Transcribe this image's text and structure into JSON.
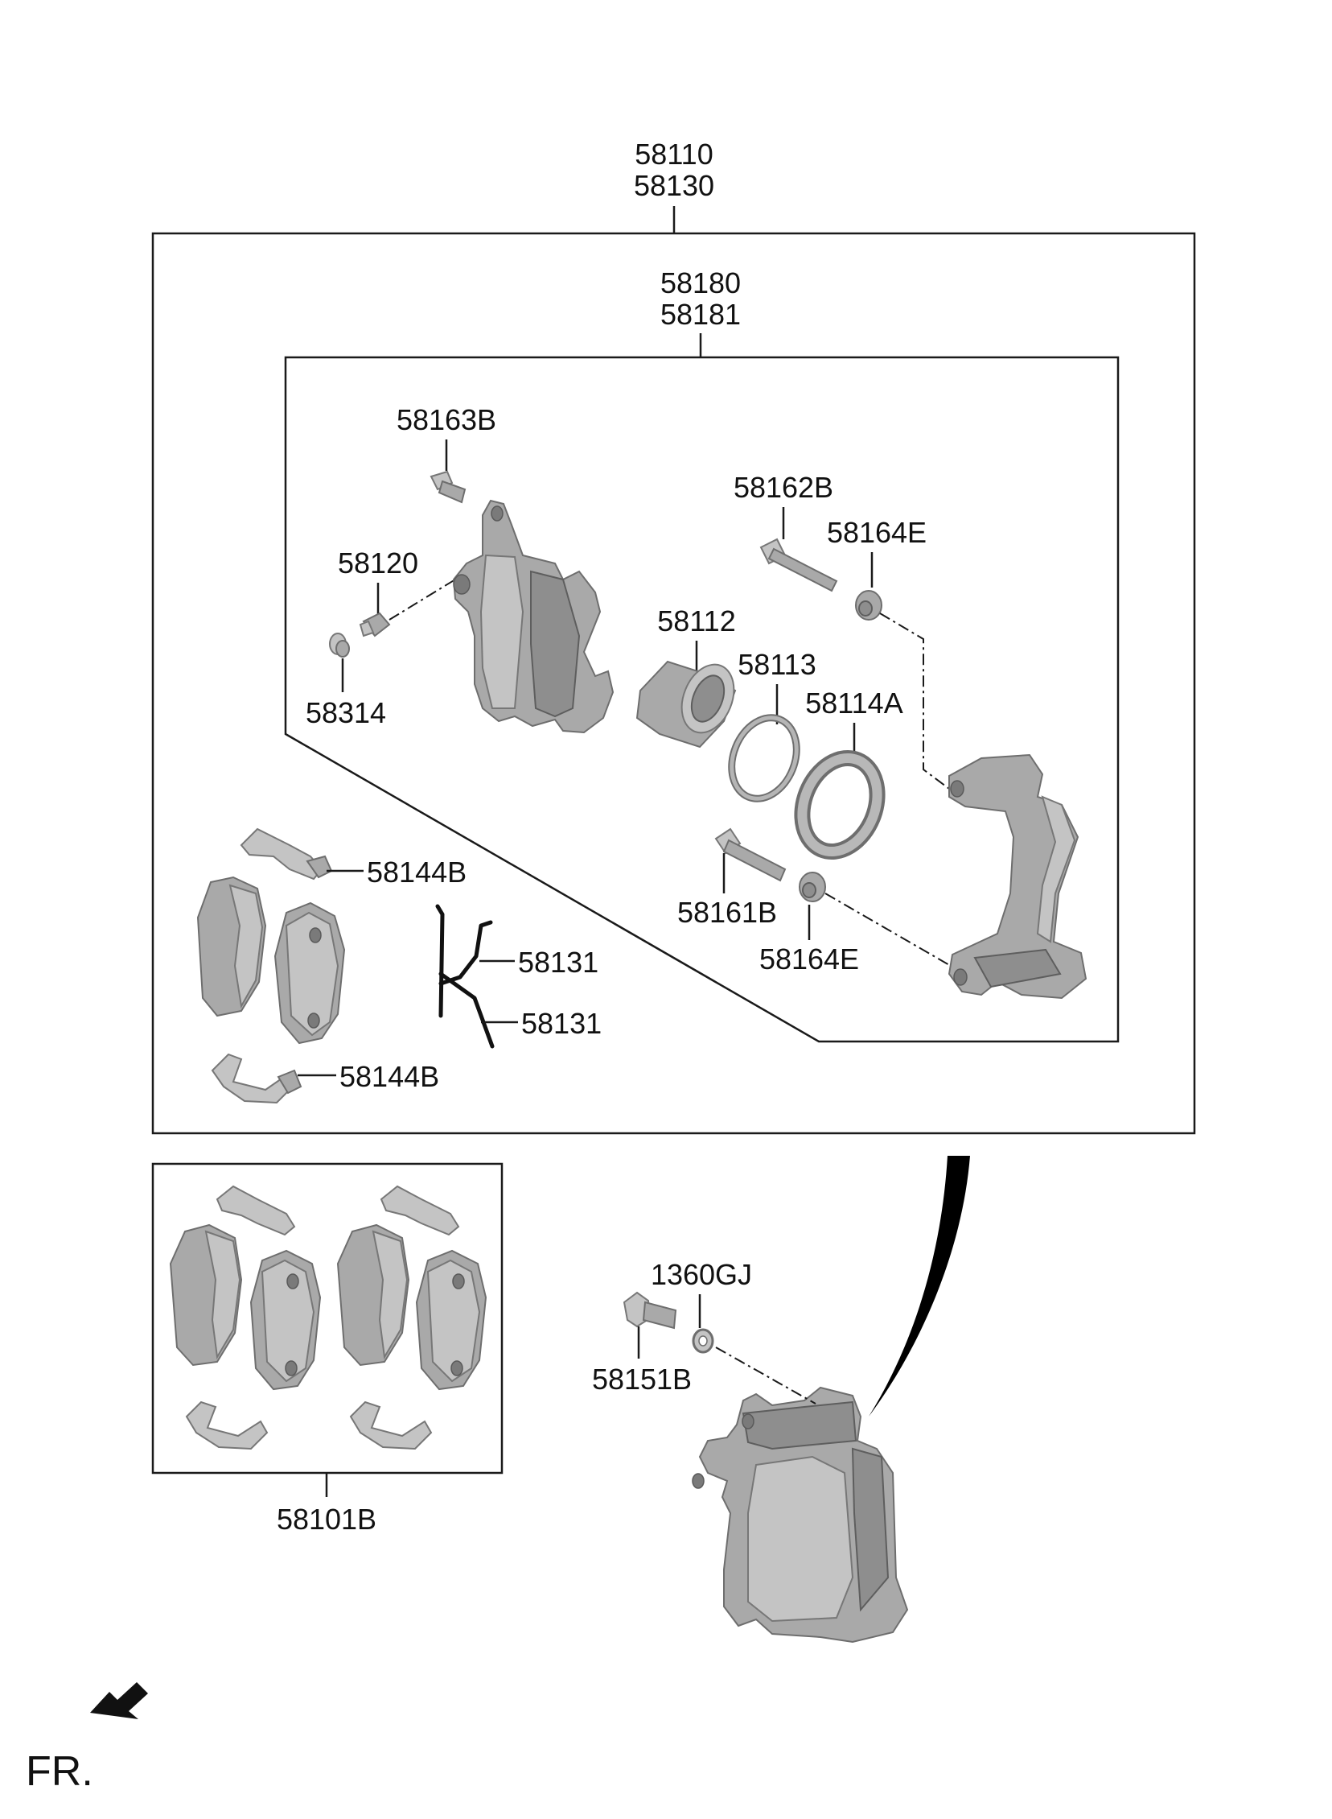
{
  "labels": {
    "p58110": "58110",
    "p58130": "58130",
    "p58180": "58180",
    "p58181": "58181",
    "p58163B": "58163B",
    "p58162B": "58162B",
    "p58164E_top": "58164E",
    "p58120": "58120",
    "p58112": "58112",
    "p58113": "58113",
    "p58114A": "58114A",
    "p58314": "58314",
    "p58144B_top": "58144B",
    "p58161B": "58161B",
    "p58164E_bottom": "58164E",
    "p58131_upper": "58131",
    "p58131_lower": "58131",
    "p58144B_bottom": "58144B",
    "p1360GJ": "1360GJ",
    "p58151B": "58151B",
    "p58101B": "58101B"
  },
  "direction": {
    "label": "FR.",
    "icon": "front-arrow-icon"
  },
  "colors": {
    "line": "#1a1a1a",
    "part_fill": "#a9a9a9",
    "part_light": "#c4c4c4",
    "part_dark": "#8e8e8e"
  }
}
